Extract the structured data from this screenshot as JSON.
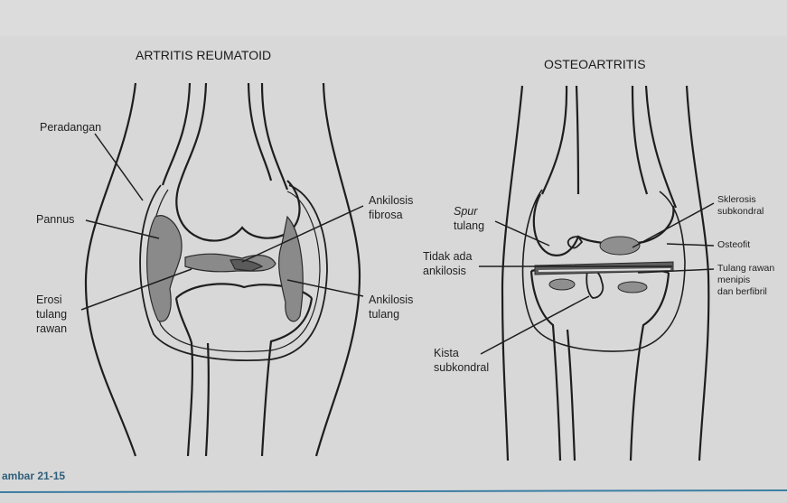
{
  "left": {
    "title": "ARTRITIS REUMATOID",
    "labels": {
      "peradangan": "Peradangan",
      "pannus": "Pannus",
      "erosi": [
        "Erosi",
        "tulang",
        "rawan"
      ],
      "ankilosis_fibrosa": [
        "Ankilosis",
        "fibrosa"
      ],
      "ankilosis_tulang": [
        "Ankilosis",
        "tulang"
      ]
    }
  },
  "right": {
    "title": "OSTEOARTRITIS",
    "labels": {
      "spur": [
        "Spur",
        "tulang"
      ],
      "tidak_ada": [
        "Tidak ada",
        "ankilosis"
      ],
      "kista": [
        "Kista",
        "subkondral"
      ],
      "sklerosis": [
        "Sklerosis",
        "subkondral"
      ],
      "osteofit": "Osteofit",
      "tulang_rawan": [
        "Tulang rawan",
        "menipis",
        "dan berfibril"
      ]
    }
  },
  "caption": "ambar 21-15",
  "colors": {
    "paper": "#d9d9d9",
    "line": "#1e1e1e",
    "shade": "#8a8a8a",
    "caption_rule": "#3d7fa3"
  }
}
